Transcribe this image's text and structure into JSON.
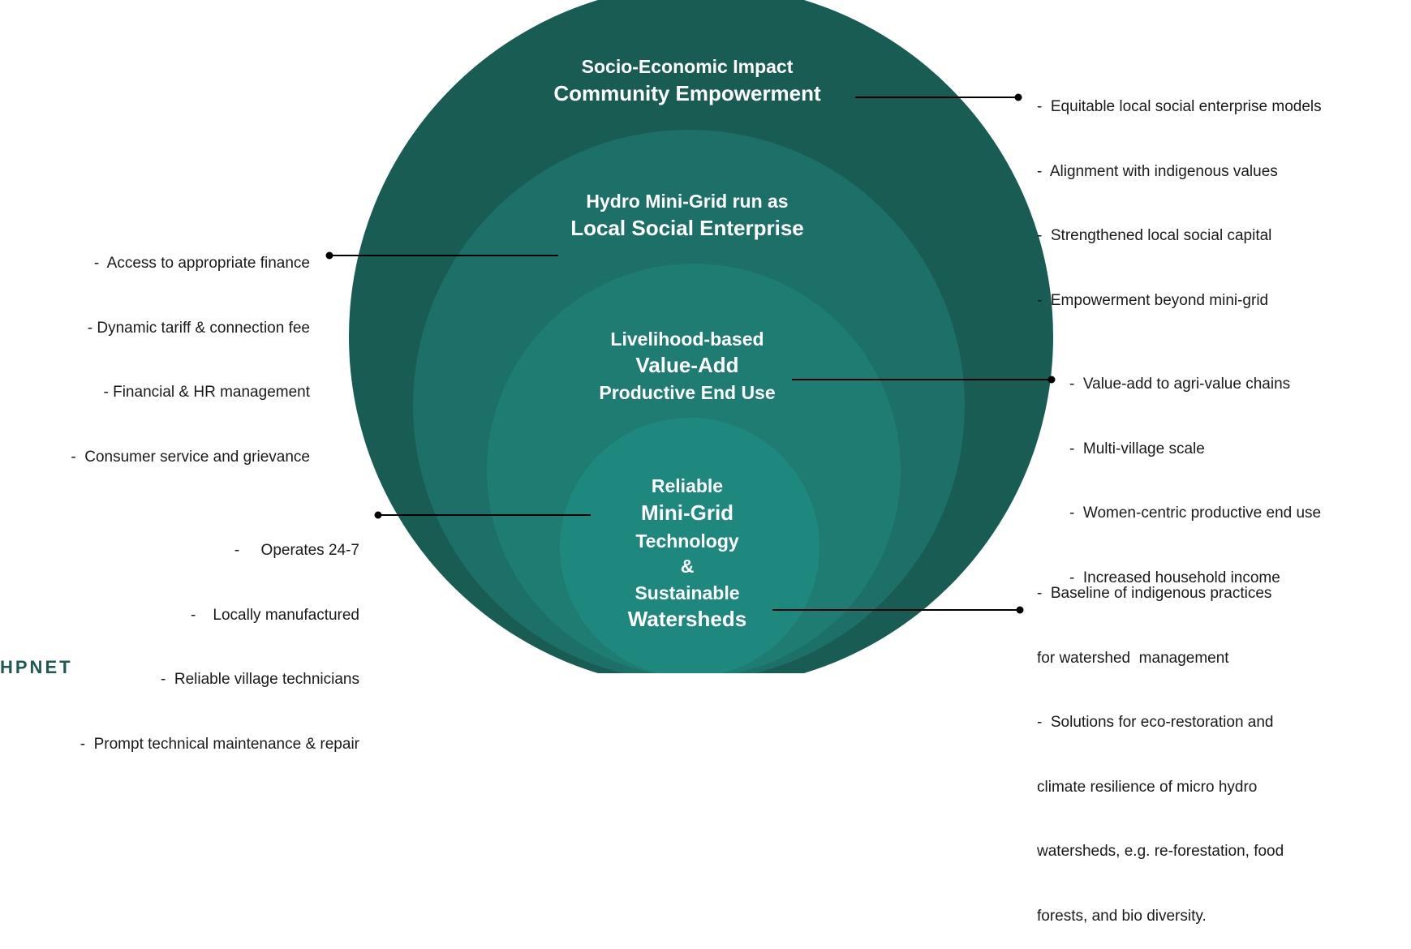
{
  "colors": {
    "outer": "#195c54",
    "second": "#1c7068",
    "third": "#1e7c72",
    "inner": "#1f887e",
    "connector": "#000000",
    "text": "#1a1a1a",
    "logo": "#1d5a52"
  },
  "circles": {
    "outer": {
      "line1": "Socio-Economic Impact",
      "line2": "Community Empowerment"
    },
    "second": {
      "line1": "Hydro Mini-Grid run as",
      "line2": "Local Social Enterprise"
    },
    "third": {
      "line1": "Livelihood-based",
      "line2": "Value-Add",
      "line3": "Productive End Use"
    },
    "inner": {
      "line1": "Reliable",
      "line2": "Mini-Grid",
      "line3": "Technology",
      "line4": "&",
      "line5": "Sustainable",
      "line6": "Watersheds"
    }
  },
  "notes": {
    "community": [
      "-  Equitable local social enterprise models",
      "-  Alignment with indigenous values",
      "-  Strengthened local social capital",
      "-  Empowerment beyond mini-grid"
    ],
    "enterprise": [
      "-  Access to appropriate finance",
      "- Dynamic tariff & connection fee",
      "- Financial & HR management",
      "-  Consumer service and grievance"
    ],
    "valueadd": [
      "-  Value-add to agri-value chains",
      "-  Multi-village scale",
      "-  Women-centric productive end use",
      "-  Increased household income"
    ],
    "technology": [
      "-     Operates 24-7",
      "-    Locally manufactured",
      "-  Reliable village technicians",
      "-  Prompt technical maintenance & repair"
    ],
    "watersheds": [
      "-  Baseline of indigenous practices",
      "for watershed  management",
      "-  Solutions for eco-restoration and",
      "climate resilience of micro hydro",
      "watersheds, e.g. re-forestation, food",
      "forests, and bio diversity."
    ]
  },
  "logo": {
    "text": "HPNET"
  }
}
